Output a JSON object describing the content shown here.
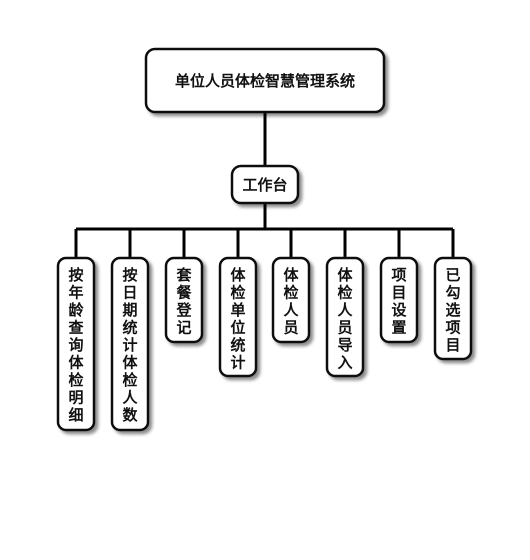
{
  "root": {
    "label": "单位人员体检智慧管理系统"
  },
  "hub": {
    "label": "工作台"
  },
  "modules": [
    {
      "label": "按年龄查询体检明细"
    },
    {
      "label": "按日期统计体检人数"
    },
    {
      "label": "套餐登记"
    },
    {
      "label": "体检单位统计"
    },
    {
      "label": "体检人员"
    },
    {
      "label": "体检人员导入"
    },
    {
      "label": "项目设置"
    },
    {
      "label": "已勾选项目"
    }
  ]
}
